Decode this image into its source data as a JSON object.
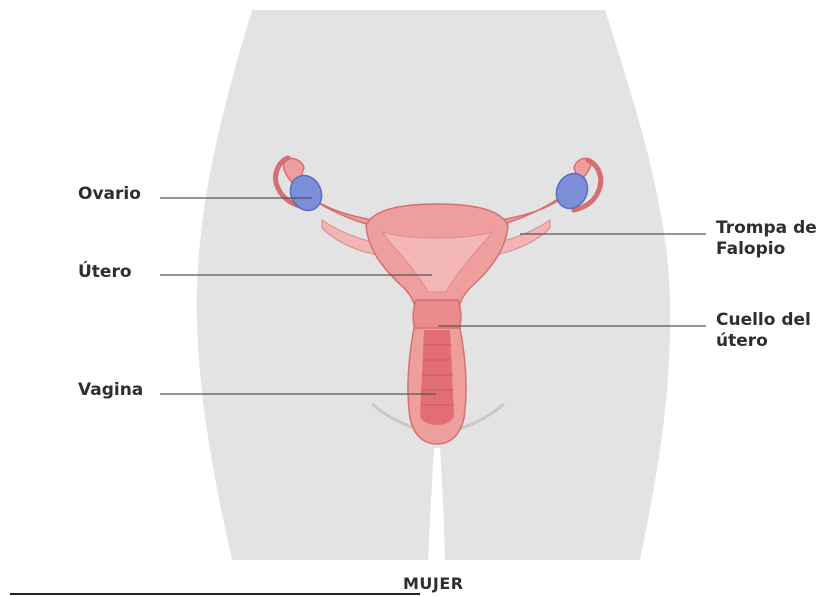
{
  "labels": {
    "ovario": "Ovario",
    "utero": "Útero",
    "vagina": "Vagina",
    "trompa_line1": "Trompa de",
    "trompa_line2": "Falopio",
    "cuello_line1": "Cuello del",
    "cuello_line2": "útero"
  },
  "caption": "MUJER",
  "colors": {
    "body": "#e3e3e3",
    "organ": "#ef9e9e",
    "organ_dark": "#e0787a",
    "inner": "#f3b8b6",
    "ovary": "#7c8ed8",
    "leader": "#555555"
  }
}
